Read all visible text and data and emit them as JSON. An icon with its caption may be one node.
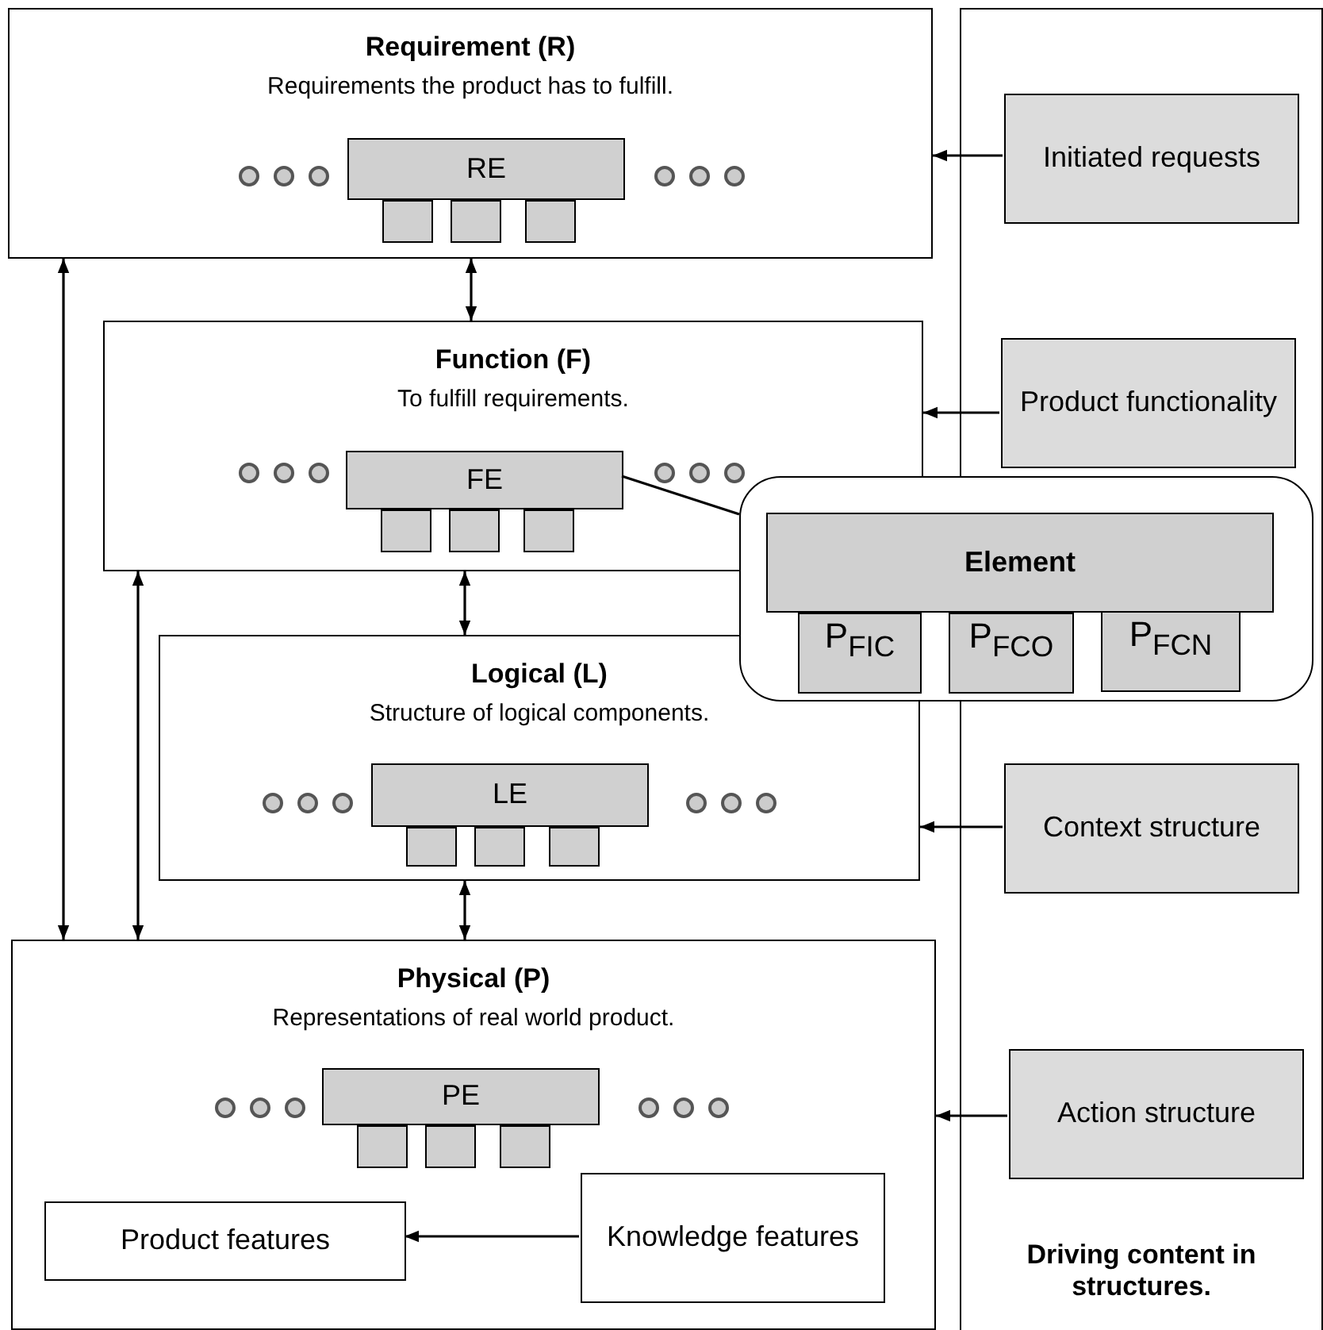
{
  "diagram": {
    "nodes": [
      {
        "text": [
          "Requirement (R)",
          "Requirements the product has to fulfill."
        ]
      },
      {
        "text": [
          "RE"
        ],
        "in": 0
      },
      {
        "text": [],
        "shape": "box",
        "in": 0
      },
      {
        "text": [],
        "shape": "box",
        "in": 0
      },
      {
        "text": [],
        "shape": "box",
        "in": 0
      },
      {
        "text": [
          "Function (F)",
          "To fulfill requirements."
        ]
      },
      {
        "text": [
          "FE"
        ],
        "in": 5
      },
      {
        "text": [],
        "shape": "box",
        "in": 5
      },
      {
        "text": [],
        "shape": "box",
        "in": 5
      },
      {
        "text": [],
        "shape": "box",
        "in": 5
      },
      {
        "text": [
          "Logical (L)",
          "Structure of logical components."
        ]
      },
      {
        "text": [
          "LE"
        ],
        "in": 10
      },
      {
        "text": [],
        "shape": "box",
        "in": 10
      },
      {
        "text": [],
        "shape": "box",
        "in": 10
      },
      {
        "text": [],
        "shape": "box",
        "in": 10
      },
      {
        "text": [
          "Physical (P)",
          "Representations of real world product."
        ]
      },
      {
        "text": [
          "PE"
        ],
        "in": 15
      },
      {
        "text": [],
        "shape": "box",
        "in": 15
      },
      {
        "text": [],
        "shape": "box",
        "in": 15
      },
      {
        "text": [],
        "shape": "box",
        "in": 15
      },
      {
        "text": [
          "Product features"
        ],
        "in": 15
      },
      {
        "text": [
          "Knowledge features"
        ],
        "in": 15
      },
      {
        "text": [
          "Driving content in structures."
        ]
      },
      {
        "text": [
          "Initiated requests"
        ],
        "in": 22
      },
      {
        "text": [
          "Product functionality"
        ],
        "in": 22
      },
      {
        "text": [
          "Context structure"
        ],
        "in": 22
      },
      {
        "text": [
          "Action structure"
        ],
        "in": 22
      },
      {
        "text": [],
        "shape": "callout"
      },
      {
        "text": [
          "Element"
        ],
        "in": 27
      },
      {
        "text": [
          "P$_{FIC}$"
        ],
        "in": 27
      },
      {
        "text": [
          "P$_{FCO}$"
        ],
        "in": 27
      },
      {
        "text": [
          "P$_{FCN}$"
        ]
      }
    ],
    "edges": [
      {
        "from": 0,
        "to": 5,
        "arrow": "both"
      },
      {
        "from": 5,
        "to": 10,
        "arrow": "both"
      },
      {
        "from": 10,
        "to": 15,
        "arrow": "both"
      },
      {
        "from": 0,
        "to": 15,
        "arrow": "both"
      },
      {
        "from": 5,
        "to": 15,
        "arrow": "both"
      },
      {
        "from": 23,
        "to": 0,
        "arrow": "to"
      },
      {
        "from": 24,
        "to": 5,
        "arrow": "to"
      },
      {
        "from": 25,
        "to": 10,
        "arrow": "to"
      },
      {
        "from": 26,
        "to": 15,
        "arrow": "to"
      },
      {
        "from": 21,
        "to": 20,
        "arrow": "to"
      },
      {
        "from": 6,
        "to": 27,
        "arrow": "none"
      }
    ]
  }
}
